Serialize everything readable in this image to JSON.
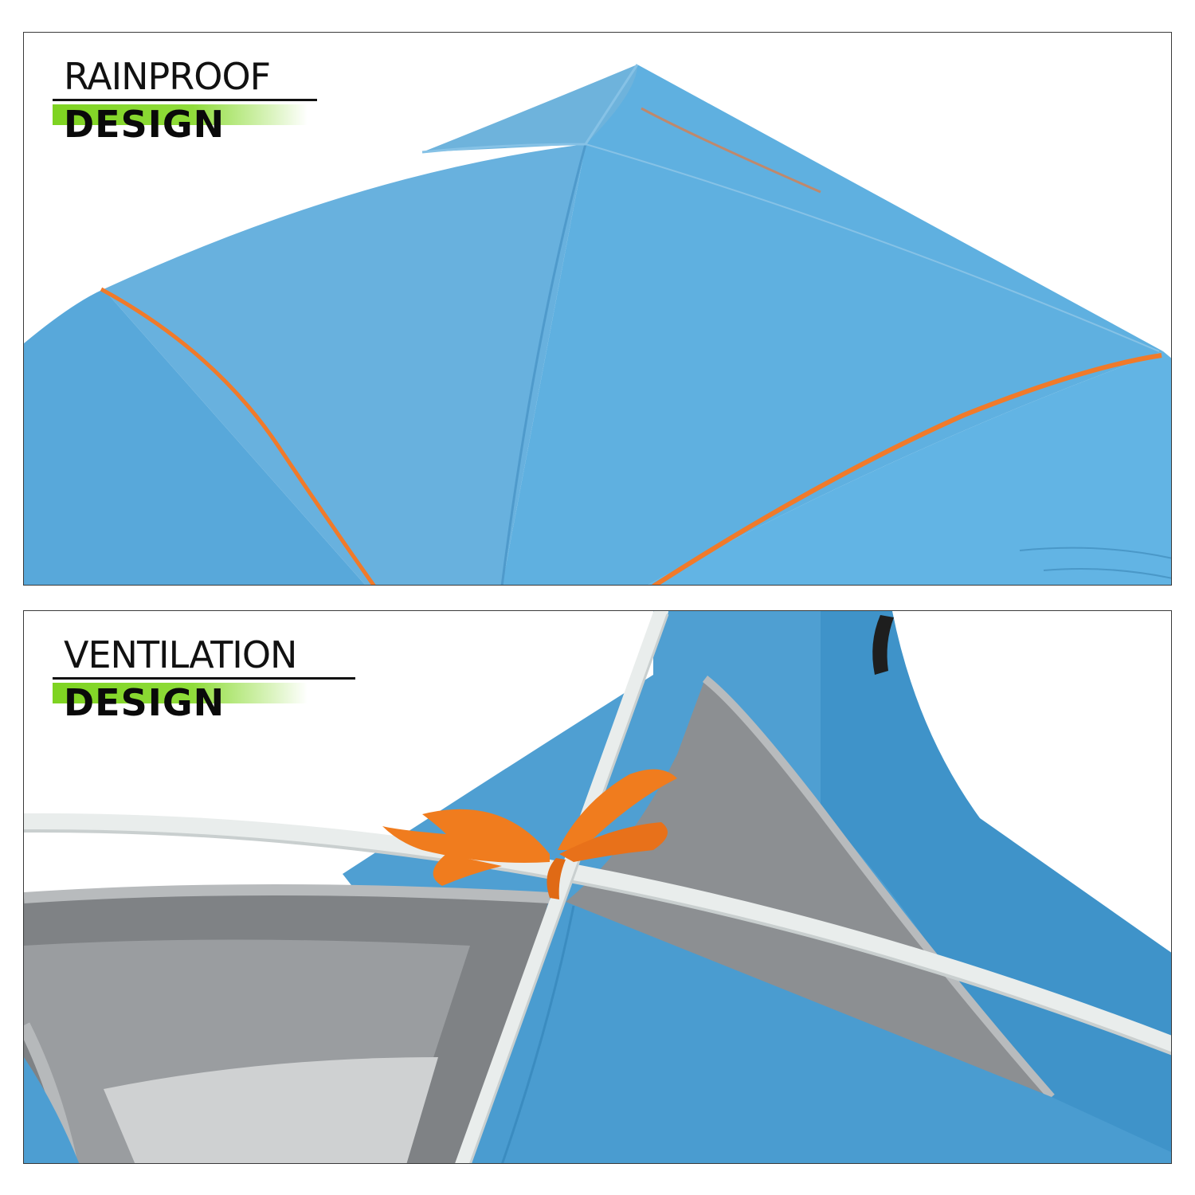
{
  "panels": [
    {
      "caption": {
        "line1": "RAINPROOF",
        "line2": "DESIGN"
      }
    },
    {
      "caption": {
        "line1": "VENTILATION",
        "line2": "DESIGN"
      }
    }
  ],
  "colors": {
    "tent_blue": "#5fb0de",
    "tent_blue_light": "#6db6e2",
    "tent_blue_dark": "#4f9fcf",
    "orange_trim": "#f07a2a",
    "mesh_gray": "#8a8d90",
    "pole_white": "#e9edec",
    "accent_green": "#7ed321"
  }
}
